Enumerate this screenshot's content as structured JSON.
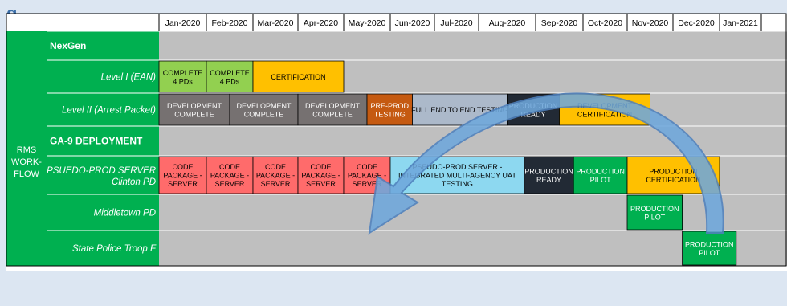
{
  "chart_data": {
    "type": "table",
    "title_fragment": "g",
    "months": [
      "Jan-2020",
      "Feb-2020",
      "Mar-2020",
      "Apr-2020",
      "May-2020",
      "Jun-2020",
      "Jul-2020",
      "Aug-2020",
      "Sep-2020",
      "Oct-2020",
      "Nov-2020",
      "Dec-2020",
      "Jan-2021"
    ],
    "side_label": [
      "RMS",
      "WORK-",
      "FLOW"
    ],
    "rows": [
      {
        "label": "NexGen",
        "kind": "header"
      },
      {
        "label": "Level I (EAN)",
        "kind": "sub"
      },
      {
        "label": "Level II (Arrest Packet)",
        "kind": "sub"
      },
      {
        "label": "GA-9 DEPLOYMENT",
        "kind": "header"
      },
      {
        "label": "PSUEDO-PROD SERVER",
        "label2": "Clinton PD",
        "kind": "sub"
      },
      {
        "label": "Middletown PD",
        "kind": "sub"
      },
      {
        "label": "State Police Troop F",
        "kind": "sub"
      }
    ],
    "tasks": [
      {
        "row": 1,
        "start": 0,
        "end": 1,
        "lines": [
          "COMPLETE",
          "4 PDs"
        ],
        "color": "#92d050",
        "text": "#000000"
      },
      {
        "row": 1,
        "start": 1,
        "end": 2,
        "lines": [
          "COMPLETE",
          "4 PDs"
        ],
        "color": "#92d050",
        "text": "#000000"
      },
      {
        "row": 1,
        "start": 2,
        "end": 4,
        "lines": [
          "CERTIFICATION"
        ],
        "color": "#ffc000",
        "text": "#000000"
      },
      {
        "row": 2,
        "start": 0,
        "end": 1.5,
        "lines": [
          "DEVELOPMENT",
          "COMPLETE"
        ],
        "color": "#767171",
        "text": "#ffffff"
      },
      {
        "row": 2,
        "start": 1.5,
        "end": 3,
        "lines": [
          "DEVELOPMENT",
          "COMPLETE"
        ],
        "color": "#767171",
        "text": "#ffffff"
      },
      {
        "row": 2,
        "start": 3,
        "end": 4.5,
        "lines": [
          "DEVELOPMENT",
          "COMPLETE"
        ],
        "color": "#767171",
        "text": "#ffffff"
      },
      {
        "row": 2,
        "start": 4.5,
        "end": 5.5,
        "lines": [
          "PRE-PROD",
          "TESTING"
        ],
        "color": "#c55a11",
        "text": "#ffffff"
      },
      {
        "row": 2,
        "start": 5.5,
        "end": 7.5,
        "lines": [
          "FULL END TO END TESTING"
        ],
        "color": "#acb9ca",
        "text": "#000000"
      },
      {
        "row": 2,
        "start": 7.5,
        "end": 8.5,
        "lines": [
          "PRODUCTION",
          "READY"
        ],
        "color": "#222a35",
        "text": "#ffffff"
      },
      {
        "row": 2,
        "start": 8.5,
        "end": 10.5,
        "lines": [
          "DEVELOPMENT",
          "CERTIFICATION"
        ],
        "color": "#ffc000",
        "text": "#000000"
      },
      {
        "row": 4,
        "start": 0,
        "end": 1,
        "lines": [
          "CODE",
          "PACKAGE -",
          "SERVER"
        ],
        "color": "#ff6b6b",
        "text": "#000000"
      },
      {
        "row": 4,
        "start": 1,
        "end": 2,
        "lines": [
          "CODE",
          "PACKAGE -",
          "SERVER"
        ],
        "color": "#ff6b6b",
        "text": "#000000"
      },
      {
        "row": 4,
        "start": 2,
        "end": 3,
        "lines": [
          "CODE",
          "PACKAGE -",
          "SERVER"
        ],
        "color": "#ff6b6b",
        "text": "#000000"
      },
      {
        "row": 4,
        "start": 3,
        "end": 4,
        "lines": [
          "CODE",
          "PACKAGE -",
          "SERVER"
        ],
        "color": "#ff6b6b",
        "text": "#000000"
      },
      {
        "row": 4,
        "start": 4,
        "end": 5,
        "lines": [
          "CODE",
          "PACKAGE -",
          "SERVER"
        ],
        "color": "#ff6b6b",
        "text": "#000000"
      },
      {
        "row": 4,
        "start": 5,
        "end": 7.8,
        "lines": [
          "PSEUDO-PROD SERVER -",
          "INTEGRATED MULTI-AGENCY UAT",
          "TESTING"
        ],
        "color": "#8dd8f0",
        "text": "#000000"
      },
      {
        "row": 4,
        "start": 7.8,
        "end": 8.8,
        "lines": [
          "PRODUCTION",
          "READY"
        ],
        "color": "#222a35",
        "text": "#ffffff"
      },
      {
        "row": 4,
        "start": 8.8,
        "end": 10,
        "lines": [
          "PRODUCTION",
          "PILOT"
        ],
        "color": "#00b050",
        "text": "#ffffff"
      },
      {
        "row": 4,
        "start": 10,
        "end": 12,
        "lines": [
          "PRODUCTION",
          "CERTIFICATION"
        ],
        "color": "#ffc000",
        "text": "#000000"
      },
      {
        "row": 5,
        "start": 10,
        "end": 11.2,
        "lines": [
          "PRODUCTION",
          "PILOT"
        ],
        "color": "#00b050",
        "text": "#ffffff"
      },
      {
        "row": 6,
        "start": 11.2,
        "end": 12.4,
        "lines": [
          "PRODUCTION",
          "PILOT"
        ],
        "color": "#00b050",
        "text": "#ffffff"
      }
    ],
    "colors": {
      "green_header": "#00b050",
      "timeline_bg": "#bfbfbf",
      "arrow": "#4f81bd",
      "arrow_fill": "#6fa8dc",
      "page_bg": "#dce6f2"
    }
  }
}
